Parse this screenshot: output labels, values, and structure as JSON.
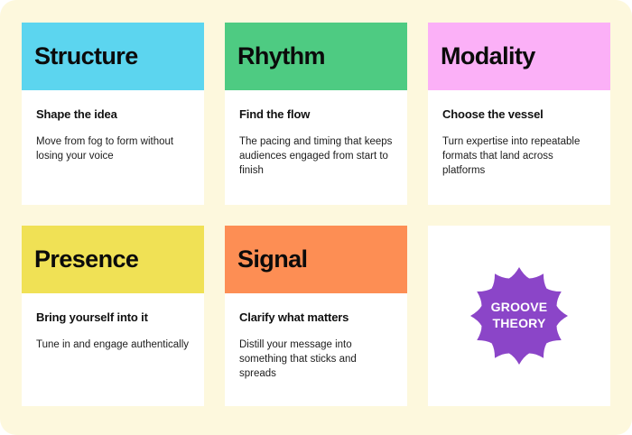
{
  "canvas": {
    "background_color": "#fdf8dd",
    "card_background": "#ffffff",
    "corner_radius": "18px"
  },
  "cards": [
    {
      "title": "Structure",
      "header_color": "#5cd5ef",
      "subtitle": "Shape the idea",
      "description": "Move from fog to form without losing your voice"
    },
    {
      "title": "Rhythm",
      "header_color": "#4ecb82",
      "subtitle": "Find the flow",
      "description": "The pacing and timing that keeps audiences engaged from start to finish"
    },
    {
      "title": "Modality",
      "header_color": "#fbb0f7",
      "subtitle": "Choose the vessel",
      "description": "Turn expertise into repeatable formats that land across platforms"
    },
    {
      "title": "Presence",
      "header_color": "#f0e155",
      "subtitle": "Bring yourself into it",
      "description": "Tune in and engage authentically"
    },
    {
      "title": "Signal",
      "header_color": "#fd8e54",
      "subtitle": "Clarify what matters",
      "description": "Distill your message into something that sticks and spreads"
    }
  ],
  "badge": {
    "line1": "GROOVE",
    "line2": "THEORY",
    "color": "#8b45c8",
    "text_color": "#ffffff",
    "points": 12,
    "icon": "starburst-badge-icon"
  }
}
